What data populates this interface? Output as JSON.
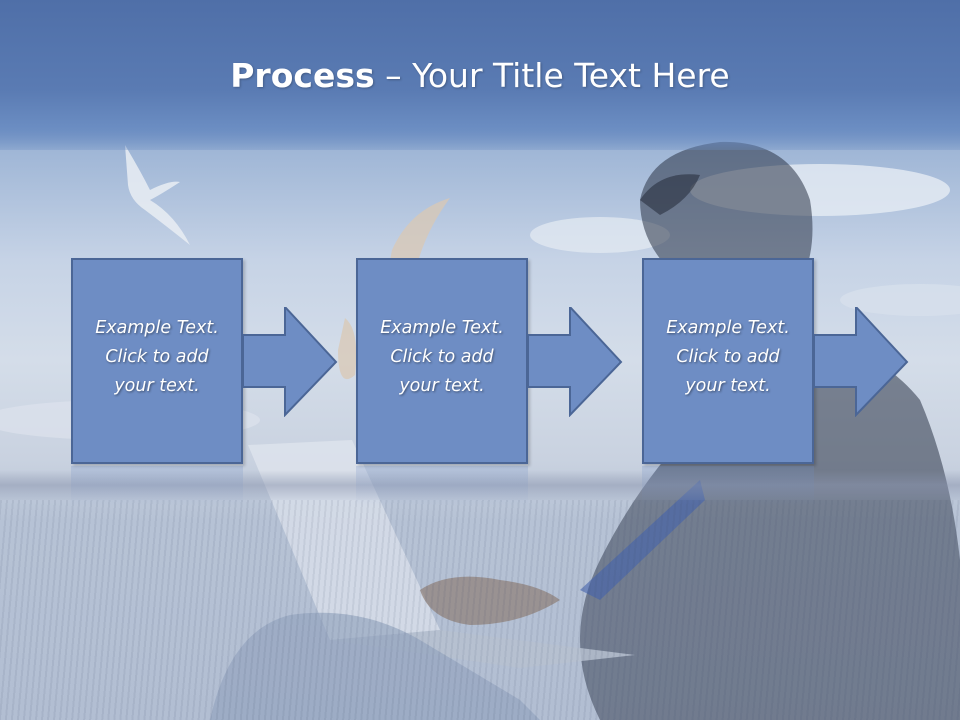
{
  "title": {
    "bold": "Process",
    "rest": " – Your Title Text Here"
  },
  "steps": [
    {
      "text": "Example Text.\nClick  to add\nyour text."
    },
    {
      "text": "Example Text.\nClick  to add\nyour text."
    },
    {
      "text": "Example Text.\nClick  to add\nyour text."
    }
  ],
  "colors": {
    "box_fill": "#6e8dc4",
    "box_border": "#4b6696",
    "title_band": "#5a7bb3"
  },
  "background": "sky-birds-laptop-photo"
}
